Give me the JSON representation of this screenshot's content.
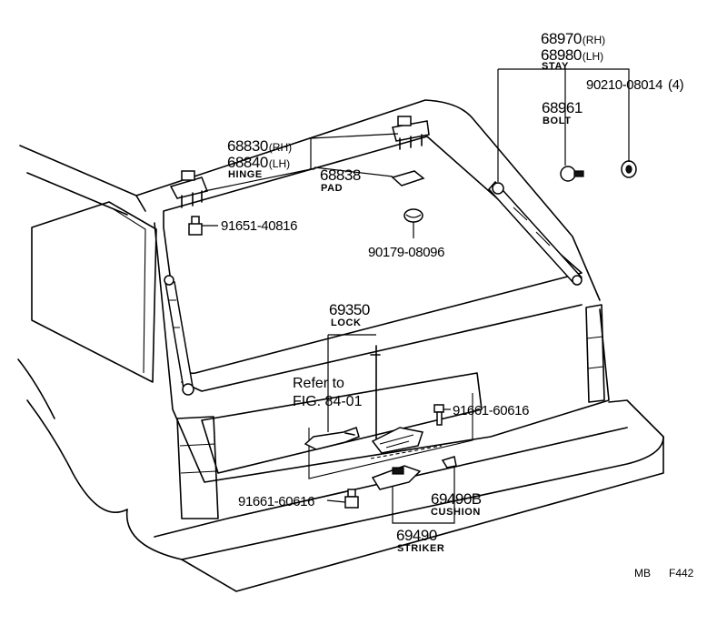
{
  "labels": {
    "stay": {
      "rh": "68970",
      "rh_suffix": "(RH)",
      "lh": "68980",
      "lh_suffix": "(LH)",
      "name": "STAY"
    },
    "stay_nut": {
      "number": "90210-08014",
      "qty": "(4)"
    },
    "bolt": {
      "number": "68961",
      "name": "BOLT"
    },
    "hinge": {
      "rh": "68830",
      "rh_suffix": "(RH)",
      "lh": "68840",
      "lh_suffix": "(LH)",
      "name": "HINGE"
    },
    "pad": {
      "number": "68838",
      "name": "PAD"
    },
    "hinge_bolt": {
      "number": "91651-40816"
    },
    "bumper_plug": {
      "number": "90179-08096"
    },
    "lock": {
      "number": "69350",
      "name": "LOCK"
    },
    "reference": {
      "line1": "Refer to",
      "line2": "FIG. 84-01"
    },
    "lock_bolt": {
      "number": "91661-60616"
    },
    "striker_bolt": {
      "number": "91661-60616"
    },
    "cushion": {
      "number": "69490B",
      "name": "CUSHION"
    },
    "striker": {
      "number": "69490",
      "name": "STRIKER"
    },
    "figure_tag": {
      "left": "MB",
      "right": "F442"
    }
  }
}
